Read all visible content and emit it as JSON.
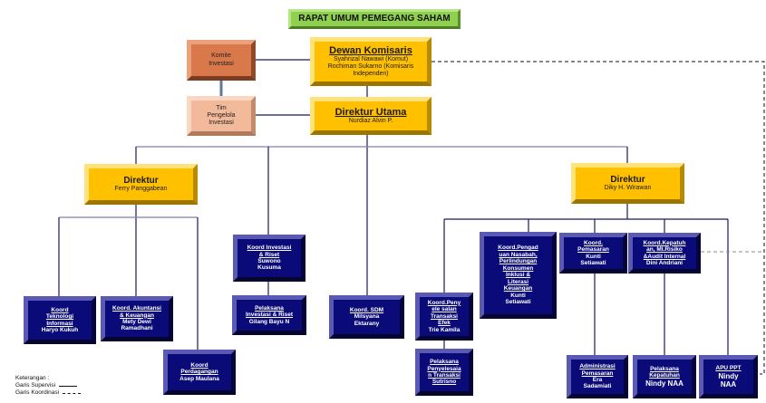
{
  "title": "RAPAT UMUM PEMEGANG SAHAM",
  "colors": {
    "board": "#ffc000",
    "committee": "#d9784a",
    "team": "#f2b99a",
    "unit": "#0a0a78",
    "title": "#8fd14f",
    "line": "#1a1a5a"
  },
  "nodes": {
    "komite": {
      "title": "Komite",
      "sub": "Investasi"
    },
    "tim": {
      "title": "Tim",
      "sub1": "Pengelola",
      "sub2": "Investasi"
    },
    "dewan": {
      "title": "Dewan Komisaris",
      "line1": "Syahrizal Nawawi (Komut)",
      "line2": "Rochiman Sukarno (Komisaris",
      "line3": "Independen)"
    },
    "dirut": {
      "title": "Direktur Utama",
      "name": "Nurdiaz Alvin P."
    },
    "dir1": {
      "title": "Direktur",
      "name": "Ferry Panggabean"
    },
    "dir2": {
      "title": "Direktur",
      "name": "Diky H. Wirawan"
    },
    "koord_ti": {
      "t1": "Koord",
      "t2": "Teknologi",
      "t3": "Informasi",
      "name": "Haryo Kukuh"
    },
    "koord_ak": {
      "t1": "Koord. Akuntansi",
      "t2": "& Keuangan",
      "n1": "Mety Dewi",
      "n2": "Ramadhani"
    },
    "koord_pd": {
      "t1": "Koord",
      "t2": "Perdagangan",
      "name": "Asep Maulana"
    },
    "koord_ir": {
      "t1": "Koord Investasi",
      "t2": "& Riset",
      "n1": "Suwono",
      "n2": "Kusuma"
    },
    "pel_ir": {
      "t1": "Pelaksana",
      "t2": "Investasi & Riset",
      "name": "Gilang Bayu N"
    },
    "koord_sdm": {
      "t1": "Koord. SDM",
      "n1": "Milsyana",
      "n2": "Ektarany"
    },
    "koord_pte": {
      "t1": "Koord.Peny",
      "t2": "ele salan",
      "t3": "Transaksi",
      "t4": "Efek",
      "name": "Trie Kamila"
    },
    "pel_pte": {
      "t1": "Pelaksana",
      "t2": "Penyelesaia",
      "t3": "n Transaksi",
      "t4": "Sutrisno"
    },
    "koord_pn": {
      "t1": "Koord.Pengad",
      "t2": "uan Nasabah,",
      "t3": "Perlindungan",
      "t4": "Konsumen",
      "t5": "Inklusi &",
      "t6": "Literasi",
      "t7": "Keuangan",
      "n1": "Kunti",
      "n2": "Setiawati"
    },
    "koord_pm": {
      "t1": "Koord.",
      "t2": "Pemasaran",
      "n1": "Kunti",
      "n2": "Setiawati"
    },
    "koord_kp": {
      "t1": "Koord.Kepatuh",
      "t2": "an, MI.Risiko",
      "t3": "&Audit Internal",
      "name": "Dini Andriani"
    },
    "adm_pm": {
      "t1": "Administrasi",
      "t2": "Pemasaran",
      "n1": "Era",
      "n2": "Sadamiati"
    },
    "pel_kp": {
      "t1": "Pelaksana",
      "t2": "Kepatuhan",
      "name": "Nindy NAA"
    },
    "apu": {
      "t1": "APU PPT",
      "n1": "Nindy",
      "n2": "NAA"
    }
  },
  "legend": {
    "heading": "Keterangan :",
    "solid": "Garis Supervisi",
    "dashed": "Garis Koordinasi"
  }
}
